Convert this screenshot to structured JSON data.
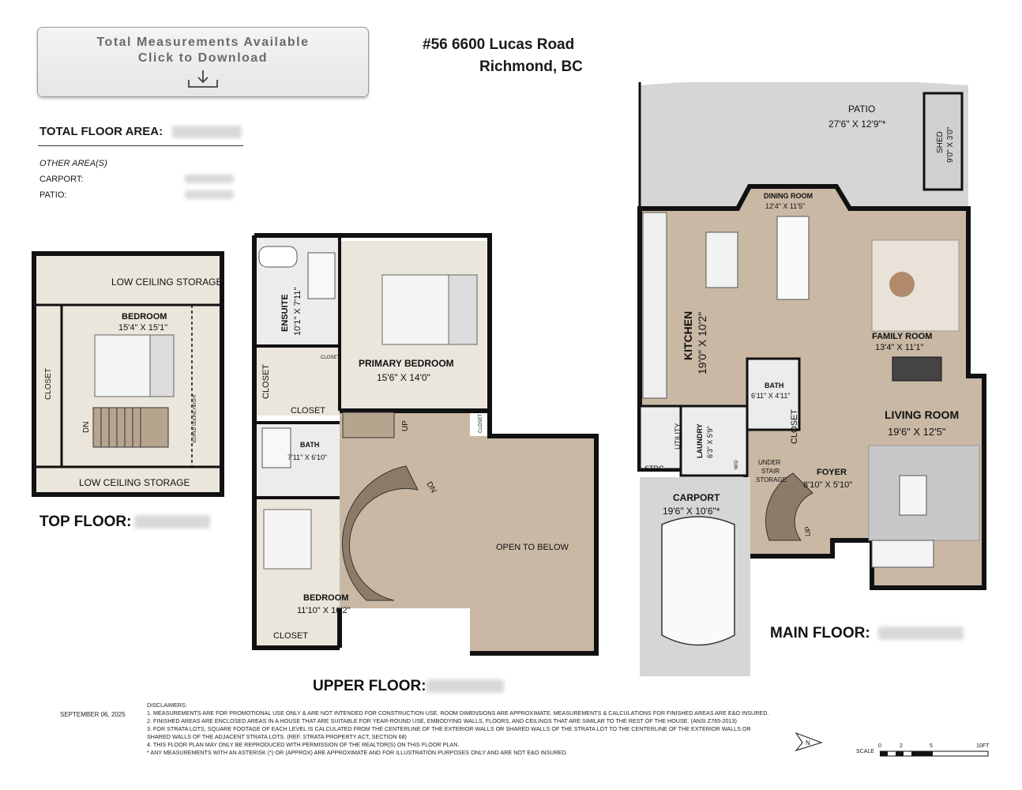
{
  "download": {
    "line1": "Total Measurements Available",
    "line2": "Click to Download",
    "icon": "download-icon"
  },
  "address": {
    "line1": "#56 6600 Lucas Road",
    "line2": "Richmond, BC"
  },
  "areas": {
    "total_label": "TOTAL FLOOR AREA:",
    "other_label": "OTHER AREA(S)",
    "carport_label": "CARPORT:",
    "patio_label": "PATIO:"
  },
  "floors": {
    "top": "TOP FLOOR:",
    "upper": "UPPER FLOOR:",
    "main": "MAIN FLOOR:"
  },
  "rooms": {
    "top_storage1": "LOW CEILING STORAGE",
    "top_bedroom": "BEDROOM",
    "top_bedroom_dim": "15'4\" X 15'1\"",
    "top_closet": "CLOSET",
    "top_dn": "DN",
    "top_sloped": "SLOPED CEILING HEIGHT",
    "top_storage2": "LOW CEILING STORAGE",
    "ensuite": "ENSUITE",
    "ensuite_dim": "10'1\" X 7'11\"",
    "closet_small": "CLOSET",
    "primary": "PRIMARY BEDROOM",
    "primary_dim": "15'6\" X 14'0\"",
    "closet_a": "CLOSET",
    "closet_b": "CLOSET",
    "closet_c": "CLOSET",
    "up_upper": "UP",
    "bath_upper": "BATH",
    "bath_upper_dim": "7'11\" X 6'10\"",
    "dn_upper": "DN",
    "open_below": "OPEN TO BELOW",
    "bedroom_upper": "BEDROOM",
    "bedroom_upper_dim": "11'10\" X 10'2\"",
    "closet_d": "CLOSET",
    "patio": "PATIO",
    "patio_dim": "27'6\" X 12'9\"*",
    "shed": "SHED",
    "shed_dim": "9'0\" X 3'0\"",
    "dining": "DINING ROOM",
    "dining_dim": "12'4\" X 11'5\"",
    "kitchen": "KITCHEN",
    "kitchen_dim": "19'0\" X 10'2\"",
    "family": "FAMILY ROOM",
    "family_dim": "13'4\" X 11'1\"",
    "bath_main": "BATH",
    "bath_main_dim": "6'11\" X 4'11\"",
    "living": "LIVING ROOM",
    "living_dim": "19'6\" X 12'5\"",
    "utility": "UTILITY",
    "laundry": "LAUNDRY",
    "laundry_dim": "6'3\" X 5'9\"",
    "wd": "W/D",
    "closet_main": "CLOSET",
    "under_stair": "UNDER",
    "under_stair2": "STAIR",
    "under_stair3": "STORAGE",
    "foyer": "FOYER",
    "foyer_dim": "8'10\" X 5'10\"",
    "strg": "STRG",
    "carport": "CARPORT",
    "carport_dim": "19'6\" X 10'6\"*",
    "up_main": "UP"
  },
  "date": "SEPTEMBER 06, 2025",
  "disclaimers": [
    "DISCLAIMERS:",
    "1. MEASUREMENTS ARE FOR PROMOTIONAL USE ONLY & ARE NOT INTENDED FOR CONSTRUCTION USE. ROOM DIMENSIONS ARE APPROXIMATE. MEASUREMENTS & CALCULATIONS FOR FINISHED AREAS ARE E&O INSURED.",
    "2. FINISHED AREAS ARE ENCLOSED AREAS IN A HOUSE THAT ARE SUITABLE FOR YEAR-ROUND USE, EMBODYING WALLS, FLOORS, AND CEILINGS THAT ARE SIMILAR TO THE REST OF THE HOUSE. (ANSI Z765-2013)",
    "3. FOR STRATA LOTS, SQUARE FOOTAGE OF EACH LEVEL IS CALCULATED FROM THE CENTERLINE OF THE EXTERIOR WALLS OR SHARED WALLS OF THE STRATA LOT TO THE CENTERLINE OF THE EXTERIOR WALLS OR",
    "SHARED WALLS OF THE ADJACENT STRATA LOTS. (REF. STRATA PROPERTY ACT, SECTION 68)",
    "4. THIS FLOOR PLAN MAY ONLY BE REPRODUCED WITH PERMISSION OF THE REALTOR(S) ON THIS FLOOR PLAN.",
    "* ANY MEASUREMENTS WITH AN ASTERISK (*) OR (APPROX) ARE APPROXIMATE AND FOR ILLUSTRATION PURPOSES ONLY AND ARE NOT E&O INSURED."
  ],
  "scale": {
    "label": "SCALE",
    "ticks": [
      "0",
      "2",
      "5",
      "10FT"
    ]
  },
  "compass": {
    "label": "N",
    "icon": "north-arrow-icon"
  }
}
